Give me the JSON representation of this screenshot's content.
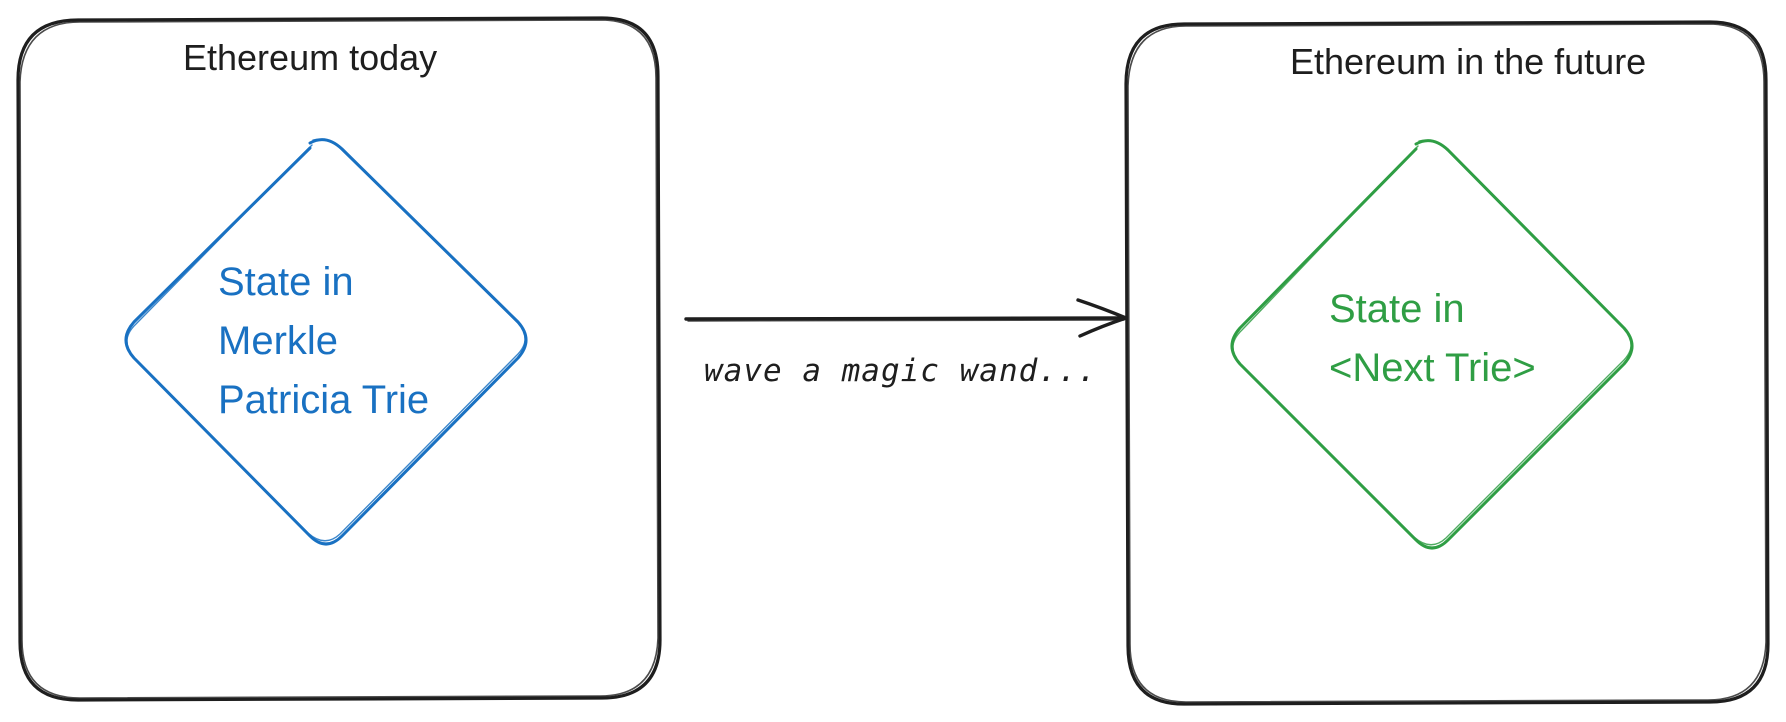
{
  "colors": {
    "ink": "#1e1e1e",
    "today_accent": "#1971c2",
    "future_accent": "#2f9e44"
  },
  "panels": {
    "today": {
      "title": "Ethereum today",
      "node_lines": [
        "State in",
        "Merkle",
        "Patricia Trie"
      ]
    },
    "future": {
      "title": "Ethereum in the future",
      "node_lines": [
        "State in",
        "<Next Trie>"
      ]
    }
  },
  "transition": {
    "label": "wave a magic wand..."
  }
}
